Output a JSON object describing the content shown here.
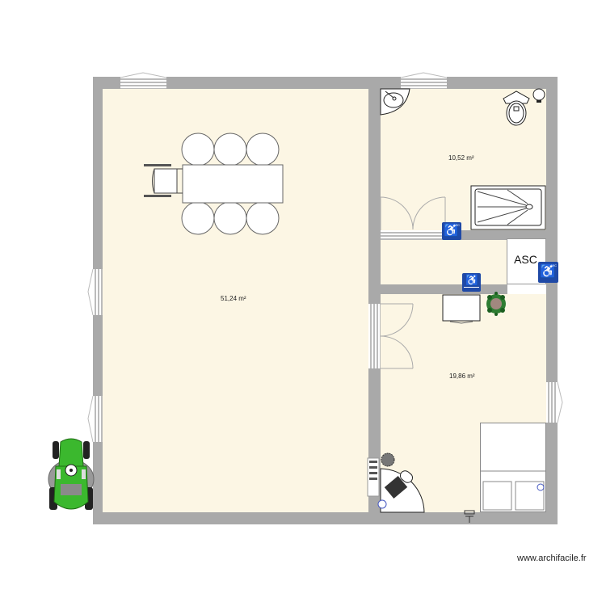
{
  "plan": {
    "rooms": [
      {
        "id": "living",
        "area_label": "51,24 m²"
      },
      {
        "id": "bathroom",
        "area_label": "10,52 m²"
      },
      {
        "id": "bedroom",
        "area_label": "19,86 m²"
      }
    ],
    "elevator_label": "ASC",
    "accessibility_signs": [
      {
        "location": "bathroom-door",
        "text": "WC"
      },
      {
        "location": "elevator",
        "text": "WC"
      },
      {
        "location": "corridor",
        "text": "accessible"
      }
    ],
    "furniture": [
      "dining-table",
      "chairs",
      "wheelchair",
      "corner-sink",
      "toilet",
      "shower",
      "plant",
      "side-table",
      "desk",
      "office-chair",
      "double-bed",
      "lawn-tractor"
    ]
  },
  "colors": {
    "wall": "#a9a9a9",
    "floor": "#fcf6e4",
    "accessibility_blue": "#1f49a6",
    "tractor_green": "#3bb82e"
  },
  "footer": {
    "watermark": "www.archifacile.fr"
  }
}
